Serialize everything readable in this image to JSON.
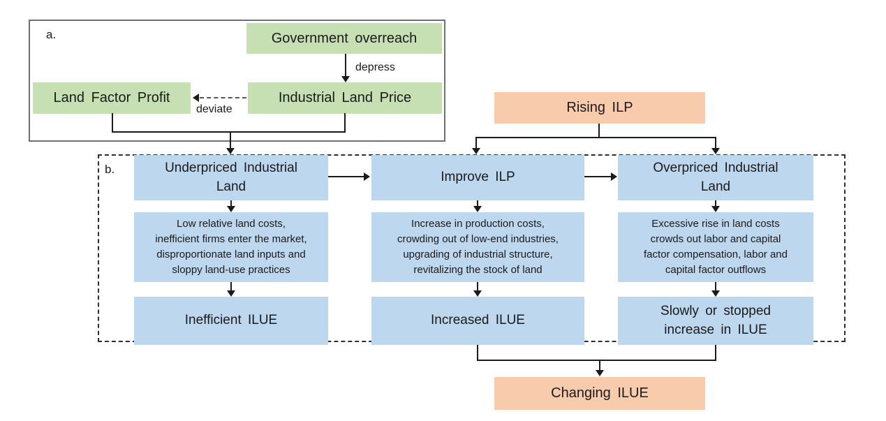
{
  "panel_a": {
    "label": "a.",
    "nodes": {
      "government_overreach": "Government overreach",
      "industrial_land_price": "Industrial Land Price",
      "land_factor_profit": "Land Factor Profit"
    },
    "edge_labels": {
      "depress": "depress",
      "deviate": "deviate"
    }
  },
  "panel_b": {
    "label": "b.",
    "rising_ilp": "Rising ILP",
    "changing_ilue": "Changing ILUE",
    "columns": [
      {
        "title": "Underpriced Industrial\nLand",
        "description": "Low relative land costs,\ninefficient firms enter the market,\ndisproportionate land inputs and\nsloppy land-use practices",
        "outcome": "Inefficient ILUE"
      },
      {
        "title": "Improve ILP",
        "description": "Increase in production costs,\ncrowding out of low-end industries,\nupgrading of industrial structure,\nrevitalizing the stock of land",
        "outcome": "Increased ILUE"
      },
      {
        "title": "Overpriced Industrial\nLand",
        "description": "Excessive rise in land costs\ncrowds out labor and capital\nfactor compensation, labor and\ncapital factor outflows",
        "outcome": "Slowly or stopped\nincrease in ILUE"
      }
    ]
  },
  "colors": {
    "green": "#c6e0b4",
    "blue": "#bdd7ee",
    "orange": "#f8cbad",
    "line": "#1a1a1a"
  }
}
